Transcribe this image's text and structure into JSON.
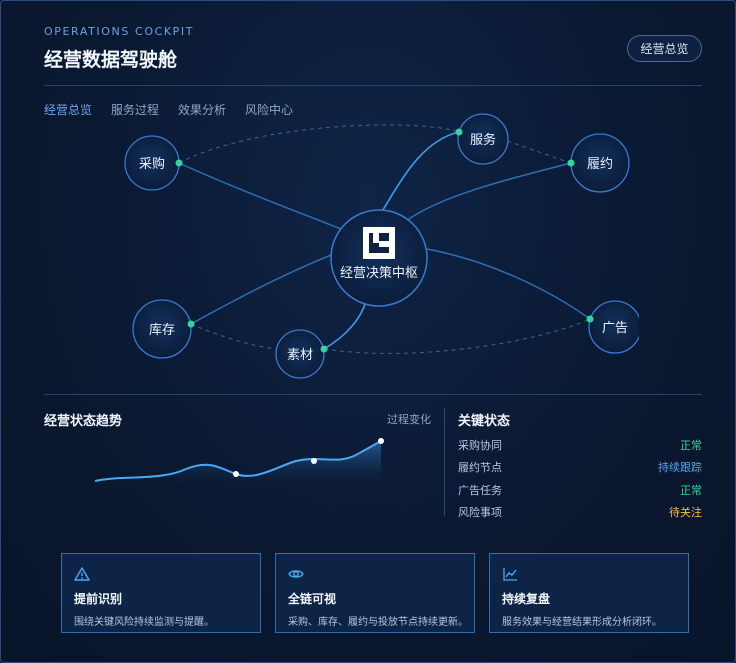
{
  "header": {
    "eyebrow": "OPERATIONS COCKPIT",
    "title": "经营数据驾驶舱",
    "overview_button": "经营总览"
  },
  "tabs": [
    {
      "label": "经营总览",
      "active": true
    },
    {
      "label": "服务过程",
      "active": false
    },
    {
      "label": "效果分析",
      "active": false
    },
    {
      "label": "风险中心",
      "active": false
    }
  ],
  "network": {
    "hub": "经营决策中枢",
    "nodes": {
      "procure": "采购",
      "service": "服务",
      "fulfill": "履约",
      "inventory": "库存",
      "material": "素材",
      "ads": "广告"
    }
  },
  "trend": {
    "title": "经营状态趋势",
    "note": "过程变化"
  },
  "status": {
    "title": "关键状态",
    "rows": [
      {
        "label": "采购协同",
        "value": "正常",
        "color": "#2fd6a0"
      },
      {
        "label": "履约节点",
        "value": "持续跟踪",
        "color": "#4aa8f5"
      },
      {
        "label": "广告任务",
        "value": "正常",
        "color": "#2fd6a0"
      },
      {
        "label": "风险事项",
        "value": "待关注",
        "color": "#f2c14b"
      }
    ]
  },
  "cards": [
    {
      "icon": "warning-icon",
      "title": "提前识别",
      "desc": "围绕关键风险持续监测与提醒。"
    },
    {
      "icon": "eye-icon",
      "title": "全链可视",
      "desc": "采购、库存、履约与投放节点持续更新。"
    },
    {
      "icon": "trend-chart-icon",
      "title": "持续复盘",
      "desc": "服务效果与经营结果形成分析闭环。"
    }
  ],
  "colors": {
    "accent": "#4aa8f5",
    "node_dot": "#2fd6a0",
    "link": "#3a8fd8"
  }
}
